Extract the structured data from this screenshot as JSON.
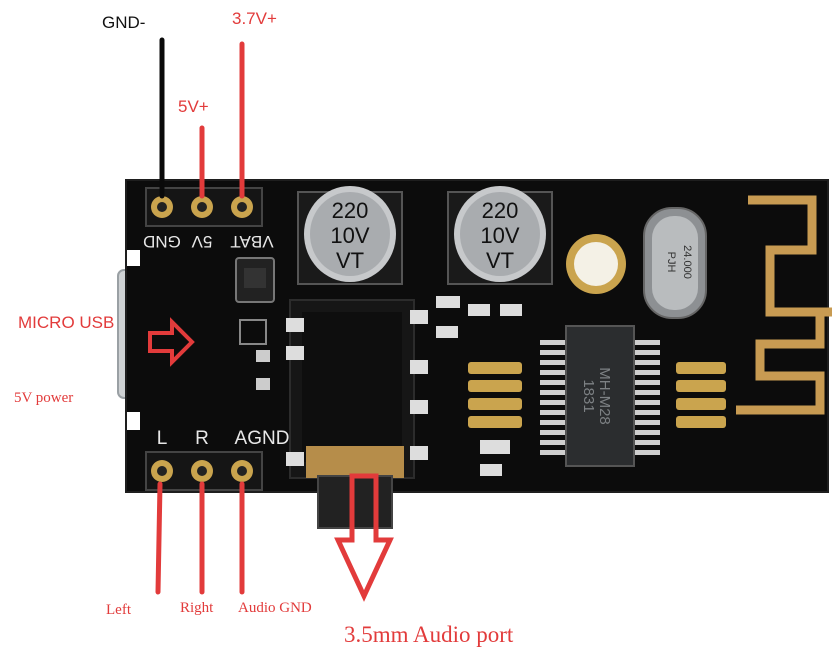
{
  "annotations": {
    "gnd": "GND-",
    "v37": "3.7V+",
    "v5": "5V+",
    "micro_usb": "MICRO USB",
    "power_5v": "5V power",
    "left": "Left",
    "right": "Right",
    "audio_gnd": "Audio GND",
    "audio_port": "3.5mm Audio port"
  },
  "board_silkscreen": {
    "top_pins": [
      "GND",
      "5V",
      "VBAT"
    ],
    "bottom_pins": [
      "L",
      "R",
      "AGND"
    ]
  },
  "components": {
    "cap1": [
      "220",
      "10V",
      "VT"
    ],
    "cap2": [
      "220",
      "10V",
      "VT"
    ],
    "crystal": [
      "PJH",
      "24.000"
    ],
    "chip": [
      "MH-M28",
      "1831"
    ]
  },
  "colors": {
    "board": "#0c0c0c",
    "annotation_red": "#e23b3b",
    "antenna_gold": "#c89b52",
    "pad_gold": "#caa44e"
  }
}
